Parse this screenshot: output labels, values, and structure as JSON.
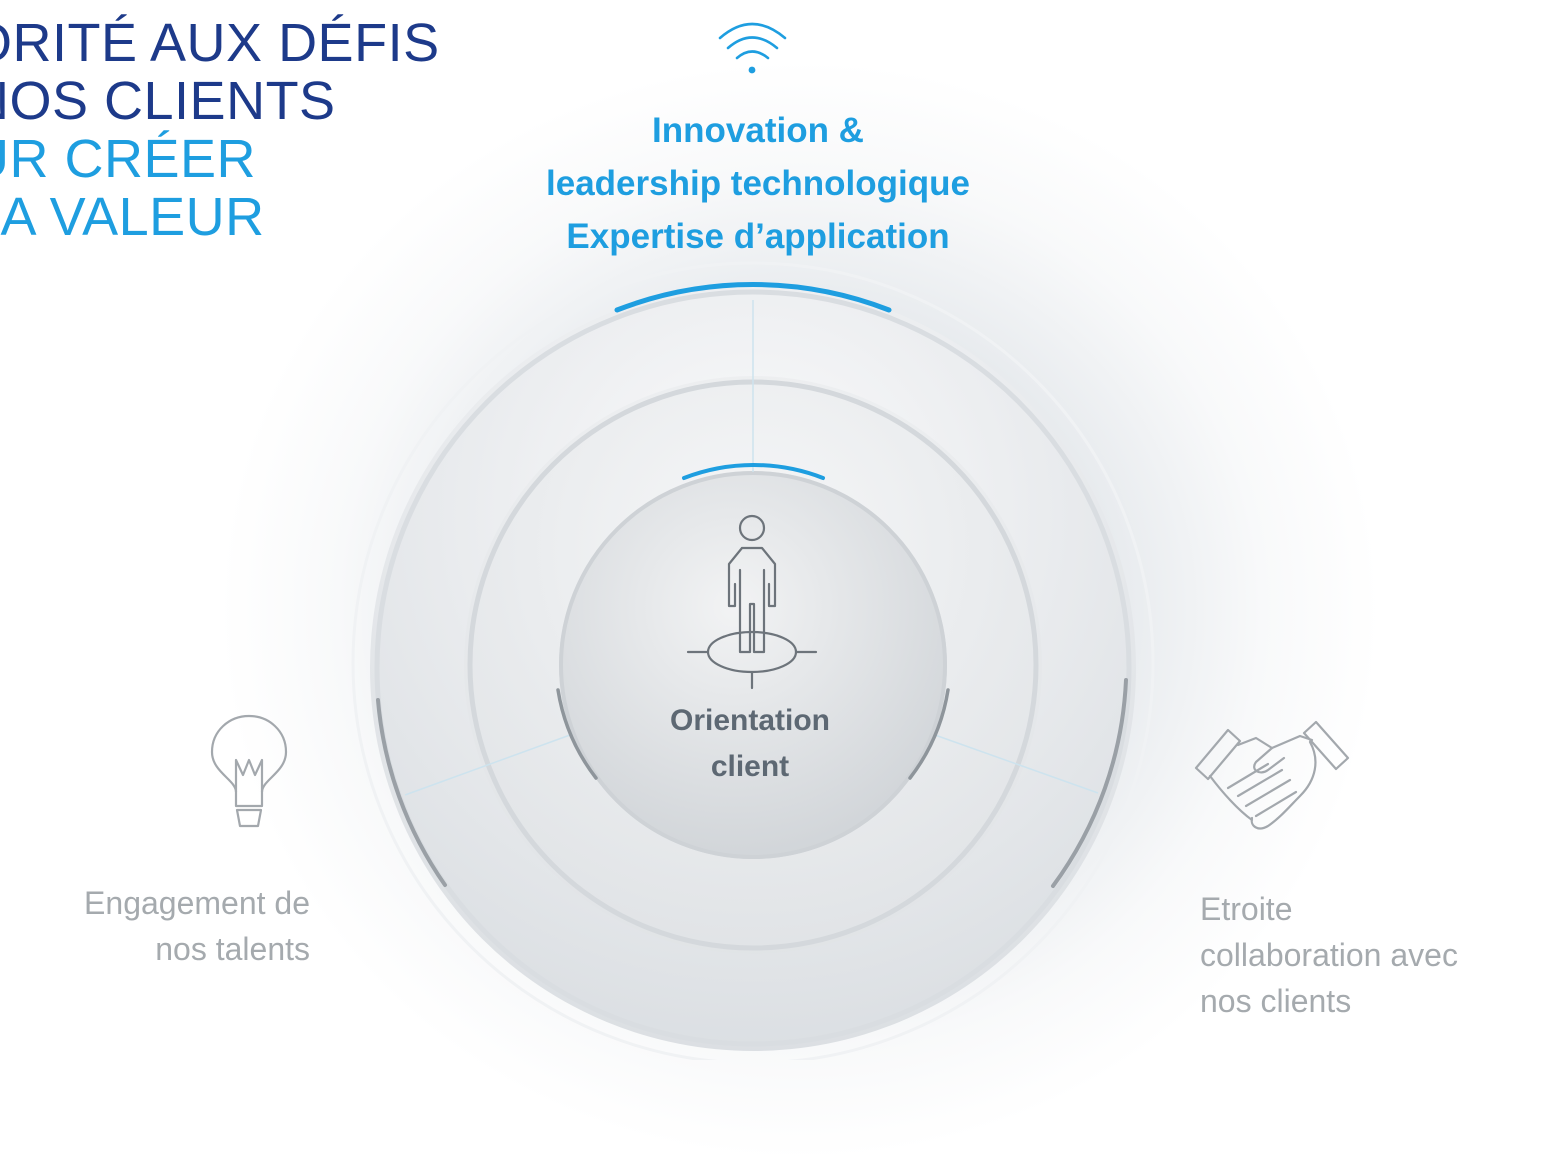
{
  "headline": {
    "lines": [
      "ORITÉ AUX DÉFIS",
      "NOS CLIENTS",
      "UR CRÉER",
      "LA VALEUR"
    ]
  },
  "pillars": {
    "top": {
      "lines": [
        "Innovation &",
        "leadership technologique",
        "Expertise d’application"
      ],
      "icon": "wifi-icon"
    },
    "left": {
      "lines": [
        "Engagement de",
        "nos talents"
      ],
      "icon": "lightbulb-icon"
    },
    "right": {
      "lines": [
        "Etroite",
        "collaboration avec",
        "nos clients"
      ],
      "icon": "handshake-icon"
    }
  },
  "center": {
    "lines": [
      "Orientation",
      "client"
    ],
    "icon": "person-target-icon"
  },
  "colors": {
    "headline_dark": "#1d3a8a",
    "accent_blue": "#1e9ee0",
    "text_gray": "#a5aaae",
    "center_text": "#5d6873"
  }
}
